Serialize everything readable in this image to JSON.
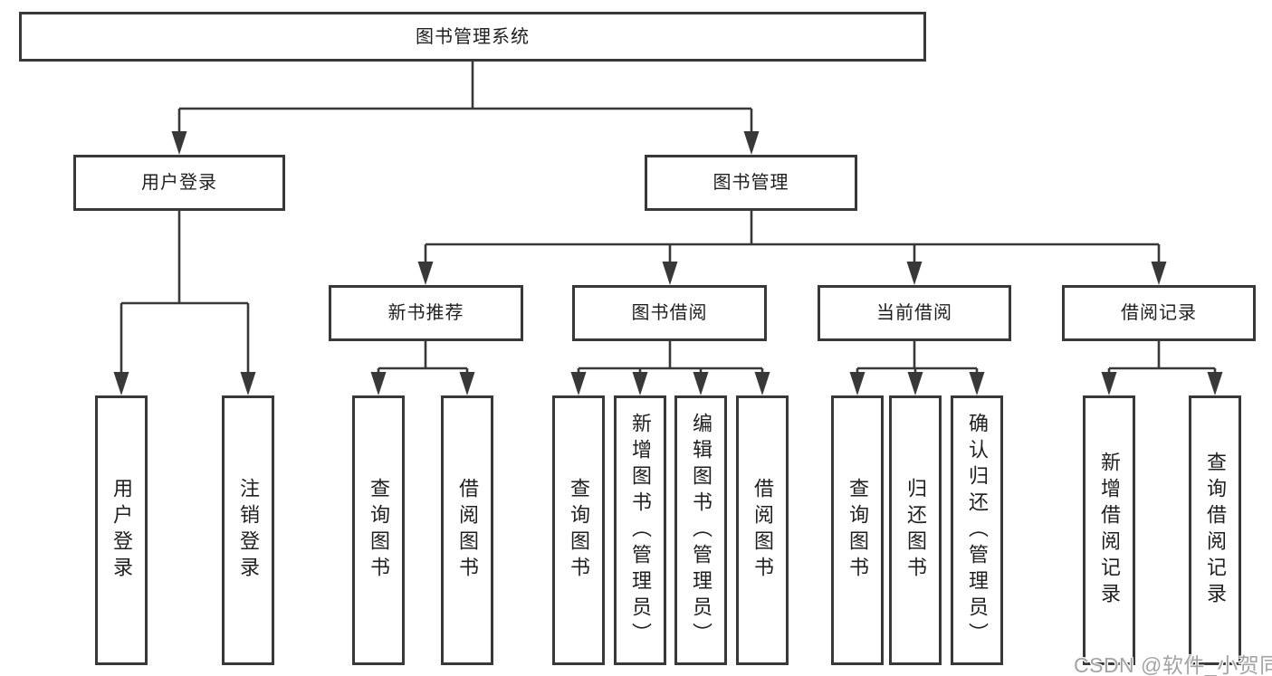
{
  "diagram": {
    "title": "图书管理系统",
    "level2": [
      {
        "label": "用户登录"
      },
      {
        "label": "图书管理"
      }
    ],
    "level3": [
      {
        "label": "新书推荐",
        "parent": "图书管理"
      },
      {
        "label": "图书借阅",
        "parent": "图书管理"
      },
      {
        "label": "当前借阅",
        "parent": "图书管理"
      },
      {
        "label": "借阅记录",
        "parent": "图书管理"
      }
    ],
    "leaves": [
      {
        "label": "用户登录",
        "parent": "用户登录"
      },
      {
        "label": "注销登录",
        "parent": "用户登录"
      },
      {
        "label": "查询图书",
        "parent": "新书推荐"
      },
      {
        "label": "借阅图书",
        "parent": "新书推荐"
      },
      {
        "label": "查询图书",
        "parent": "图书借阅"
      },
      {
        "label": "新增图书（管理员）",
        "parent": "图书借阅"
      },
      {
        "label": "编辑图书（管理员）",
        "parent": "图书借阅"
      },
      {
        "label": "借阅图书",
        "parent": "图书借阅"
      },
      {
        "label": "查询图书",
        "parent": "当前借阅"
      },
      {
        "label": "归还图书",
        "parent": "当前借阅"
      },
      {
        "label": "确认归还（管理员）",
        "parent": "当前借阅"
      },
      {
        "label": "新增借阅记录",
        "parent": "借阅记录"
      },
      {
        "label": "查询借阅记录",
        "parent": "借阅记录"
      }
    ]
  },
  "watermark": {
    "text": "CSDN @软件_小贺同学"
  },
  "colors": {
    "line": "#383838",
    "box_border": "#383838",
    "text": "#1f1f1f",
    "watermark": "#a3a3a3",
    "background": "#ffffff"
  }
}
